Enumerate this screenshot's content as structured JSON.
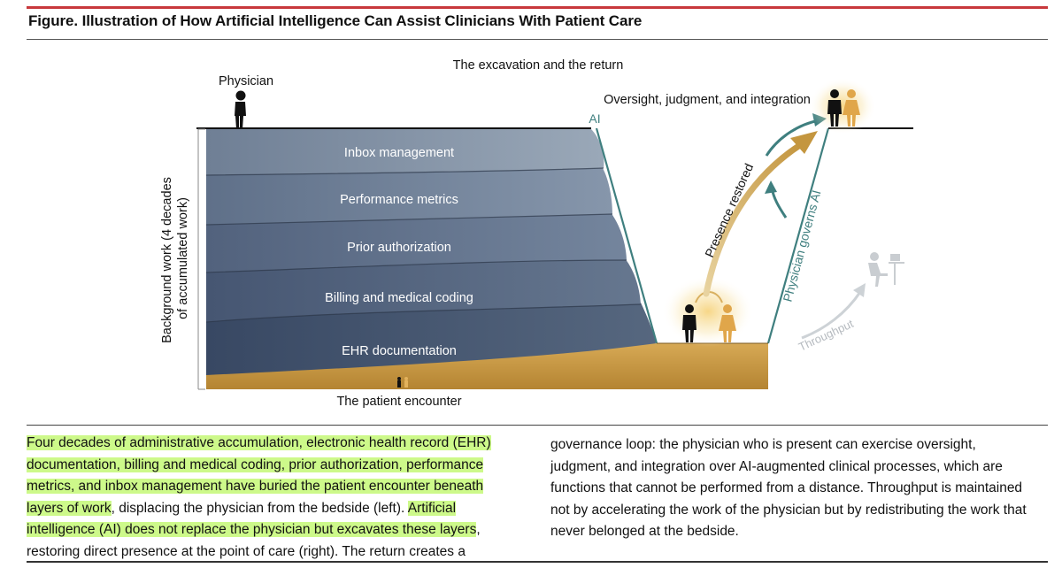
{
  "figure": {
    "title": "Figure. Illustration of How Artificial Intelligence Can Assist Clinicians With Patient Care"
  },
  "illustration": {
    "heading": "The excavation and the return",
    "physician_label": "Physician",
    "y_axis_label_line1": "Background work (4 decades",
    "y_axis_label_line2": "of accumulated work)",
    "layers": [
      "Inbox management",
      "Performance metrics",
      "Prior authorization",
      "Billing and medical coding",
      "EHR documentation"
    ],
    "bottom_label": "The patient encounter",
    "ai_label": "AI",
    "oversight_label": "Oversight, judgment, and integration",
    "presence_label": "Presence restored",
    "governs_label": "Physician governs AI",
    "throughput_label": "Throughput",
    "colors": {
      "layer1": "#7e8ea2",
      "layer2": "#6b7c93",
      "layer3": "#5b6c84",
      "layer4": "#4c5d77",
      "layer5": "#3f506b",
      "ground": "#c99a45",
      "teal": "#3f7f7f",
      "gold_arrow": "#c4963f",
      "accent_red": "#c8383c"
    }
  },
  "caption": {
    "left_highlight_1": "Four decades of administrative accumulation, electronic health record (EHR) documentation, billing and medical coding, prior authorization, performance metrics, and inbox management have buried the patient encounter beneath layers of work",
    "left_plain_1": ", displacing the physician from the bedside (left). ",
    "left_highlight_2": "Artificial intelligence (AI) does not replace the physician but excavates these layers",
    "left_plain_2": ", restoring direct presence at the point of care (right). The return creates a",
    "right_text": "governance loop: the physician who is present can exercise oversight, judgment, and integration over AI-augmented clinical processes, which are functions that cannot be performed from a distance. Throughput is maintained not by accelerating the work of the physician but by redistributing the work that never belonged at the bedside."
  }
}
